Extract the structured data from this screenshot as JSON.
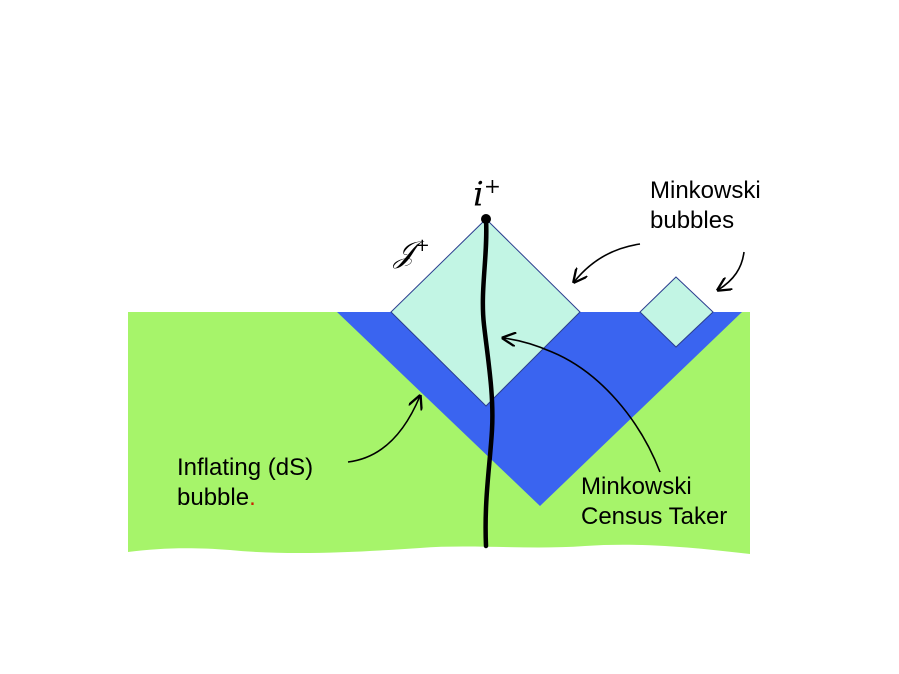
{
  "labels": {
    "i_plus": {
      "base": "i",
      "sup": "+"
    },
    "scri_plus": {
      "base": "𝒥",
      "sup": "+"
    },
    "minkowski_bubbles": [
      "Minkowski",
      "bubbles"
    ],
    "census_taker": [
      "Minkowski",
      "Census Taker"
    ],
    "inflating": [
      "Inflating (dS)",
      "bubble",
      "."
    ]
  },
  "colors": {
    "inflating_region": "#a6f46a",
    "census_region": "#3a64f0",
    "minkowski_bubble": "#c2f5e4",
    "outline": "#2b3d8f",
    "worldline": "#000000"
  }
}
